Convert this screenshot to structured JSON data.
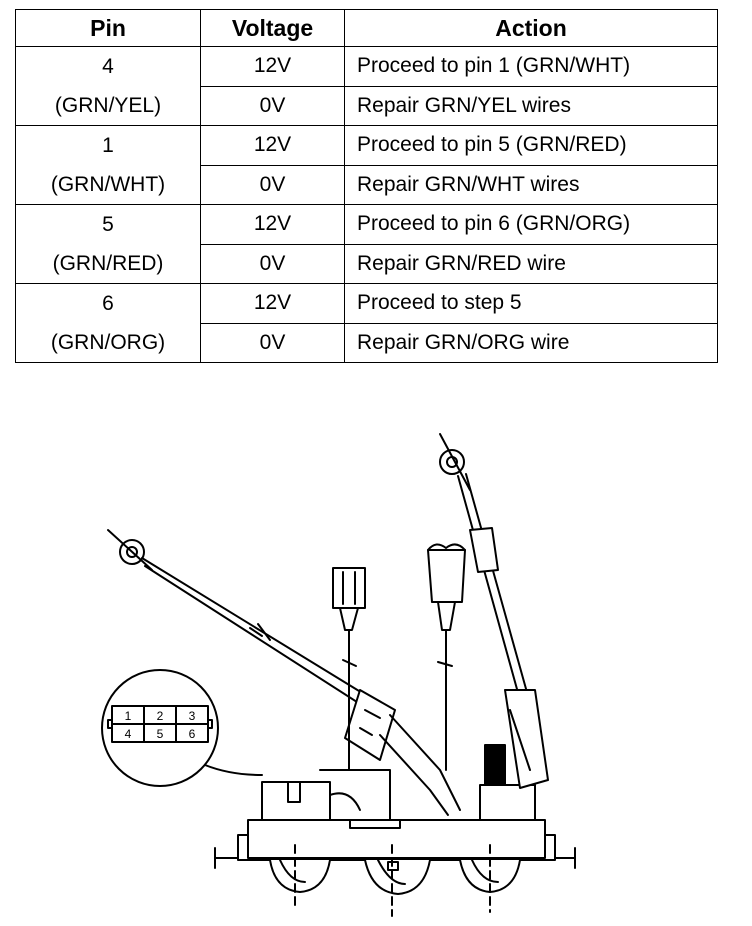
{
  "table": {
    "headers": [
      "Pin",
      "Voltage",
      "Action"
    ],
    "groups": [
      {
        "pin": "4",
        "wire": "(GRN/YEL)",
        "rows": [
          {
            "voltage": "12V",
            "action": "Proceed to pin 1 (GRN/WHT)"
          },
          {
            "voltage": "0V",
            "action": "Repair GRN/YEL wires"
          }
        ]
      },
      {
        "pin": "1",
        "wire": "(GRN/WHT)",
        "rows": [
          {
            "voltage": "12V",
            "action": "Proceed to pin 5 (GRN/RED)"
          },
          {
            "voltage": "0V",
            "action": "Repair GRN/WHT wires"
          }
        ]
      },
      {
        "pin": "5",
        "wire": "(GRN/RED)",
        "rows": [
          {
            "voltage": "12V",
            "action": "Proceed to pin 6 (GRN/ORG)"
          },
          {
            "voltage": "0V",
            "action": "Repair GRN/RED wire"
          }
        ]
      },
      {
        "pin": "6",
        "wire": "(GRN/ORG)",
        "rows": [
          {
            "voltage": "12V",
            "action": "Proceed to step 5"
          },
          {
            "voltage": "0V",
            "action": "Repair GRN/ORG wire"
          }
        ]
      }
    ]
  },
  "connector": {
    "pins_top": [
      "1",
      "2",
      "3"
    ],
    "pins_bottom": [
      "4",
      "5",
      "6"
    ]
  }
}
